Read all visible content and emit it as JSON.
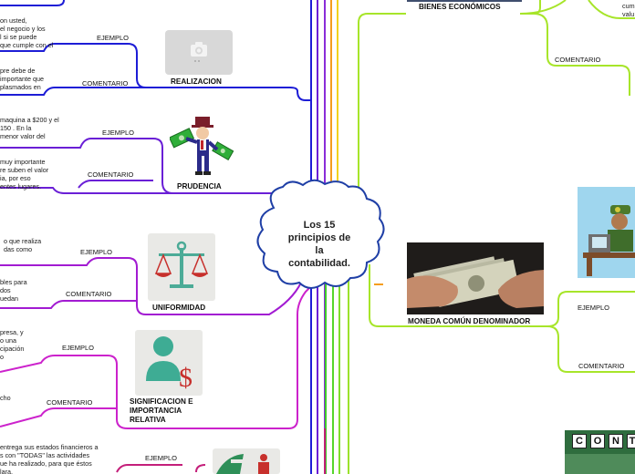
{
  "center": {
    "title": "Los 15\nprincipios de\nla\ncontabilidad."
  },
  "left_branches": [
    {
      "title": "REALIZACION",
      "icon": "camera-placeholder-icon",
      "example_label": "EJEMPLO",
      "example_text": "on usted,\nel negocio y los\nl si se puede\nque cumple con el",
      "comment_label": "COMENTARIO",
      "comment_text": "pre debe de\nimportante que\nplasmados en"
    },
    {
      "title": "PRUDENCIA",
      "icon": "man-with-money-icon",
      "example_label": "EJEMPLO",
      "example_text": "maquina a $200 y el\n150 . En la\nmenor valor del",
      "comment_label": "COMENTARIO",
      "comment_text": "muy importante\nre suben el valor\nia, por eso\nentes lugares."
    },
    {
      "title": "UNIFORMIDAD",
      "icon": "balance-scale-icon",
      "example_label": "EJEMPLO",
      "example_text": "o que realiza\ndas como",
      "comment_label": "COMENTARIO",
      "comment_text": "bles para\ndos\nuedan"
    },
    {
      "title": "SIGNIFICACION E\nIMPORTANCIA\nRELATIVA",
      "icon": "person-dollar-icon",
      "example_label": "EJEMPLO",
      "example_text": "presa, y\no una\ncipación\no",
      "comment_label": "COMENTARIO",
      "comment_text": "cho"
    },
    {
      "title": "",
      "icon": "globe-people-icon",
      "example_label": "EJEMPLO",
      "example_text": "entrega sus estados financieros a\ns con \"TODAS\" las actividades\nue ha realizado, para que éstos\nlara."
    }
  ],
  "right_branches": [
    {
      "title": "BIENES ECONÓMICOS",
      "comment_label": "COMENTARIO",
      "side_text": "cum\nvalu"
    },
    {
      "title": "MONEDA COMÚN DENOMINADOR",
      "icon": "hands-money-photo",
      "example_label": "EJEMPLO",
      "comment_label": "COMENTARIO"
    }
  ],
  "bottom_right_banner": {
    "letters": [
      "C",
      "O",
      "N",
      "T"
    ]
  },
  "colors": {
    "realizacion": "#1d1dd6",
    "prudencia": "#6a1fd6",
    "uniformidad": "#a21bd2",
    "significacion": "#cc22cc",
    "bottom": "#c41f7a",
    "right_green": "#a7e52a",
    "orange": "#f59d1e",
    "yellow": "#f2d21d",
    "center_border": "#1f3fa6"
  }
}
